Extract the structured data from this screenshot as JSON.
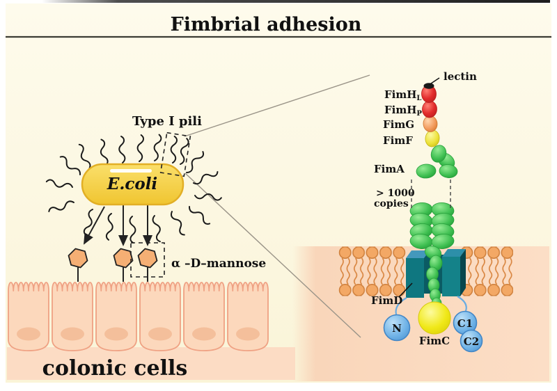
{
  "title": "Fimbrial adhesion",
  "left_panel": {
    "bacterium_label": "E.coli",
    "pili_label": "Type I pili",
    "mannose_label": "α –D–mannose",
    "tissue_label": "colonic cells"
  },
  "inset": {
    "lectin_label": "lectin",
    "fimh_l": {
      "base": "FimH",
      "sub": "L"
    },
    "fimh_p": {
      "base": "FimH",
      "sub": "P"
    },
    "fimg_label": "FimG",
    "fimf_label": "FimF",
    "fima_label": "FimA",
    "copies_line1": "> 1000",
    "copies_line2": "copies",
    "fimd_label": "FimD",
    "fimc_label": "FimC",
    "n_domain_label": "N",
    "c1_domain_label": "C1",
    "c2_domain_label": "C2"
  },
  "colors": {
    "background_cream": "#FCF8E2",
    "ecoli_body": "#F6D242",
    "pilus_tip_red": "#E22C2C",
    "fimg_orange": "#F29A5C",
    "fimf_yellow": "#EDE23A",
    "fima_green": "#3DBE50",
    "membrane_head_orange": "#F3A865",
    "fimd_teal": "#0F7780",
    "fimc_yellow": "#F0E818",
    "chaperone_blue": "#6FB2E6",
    "tissue_peach": "#FBD9BE"
  }
}
